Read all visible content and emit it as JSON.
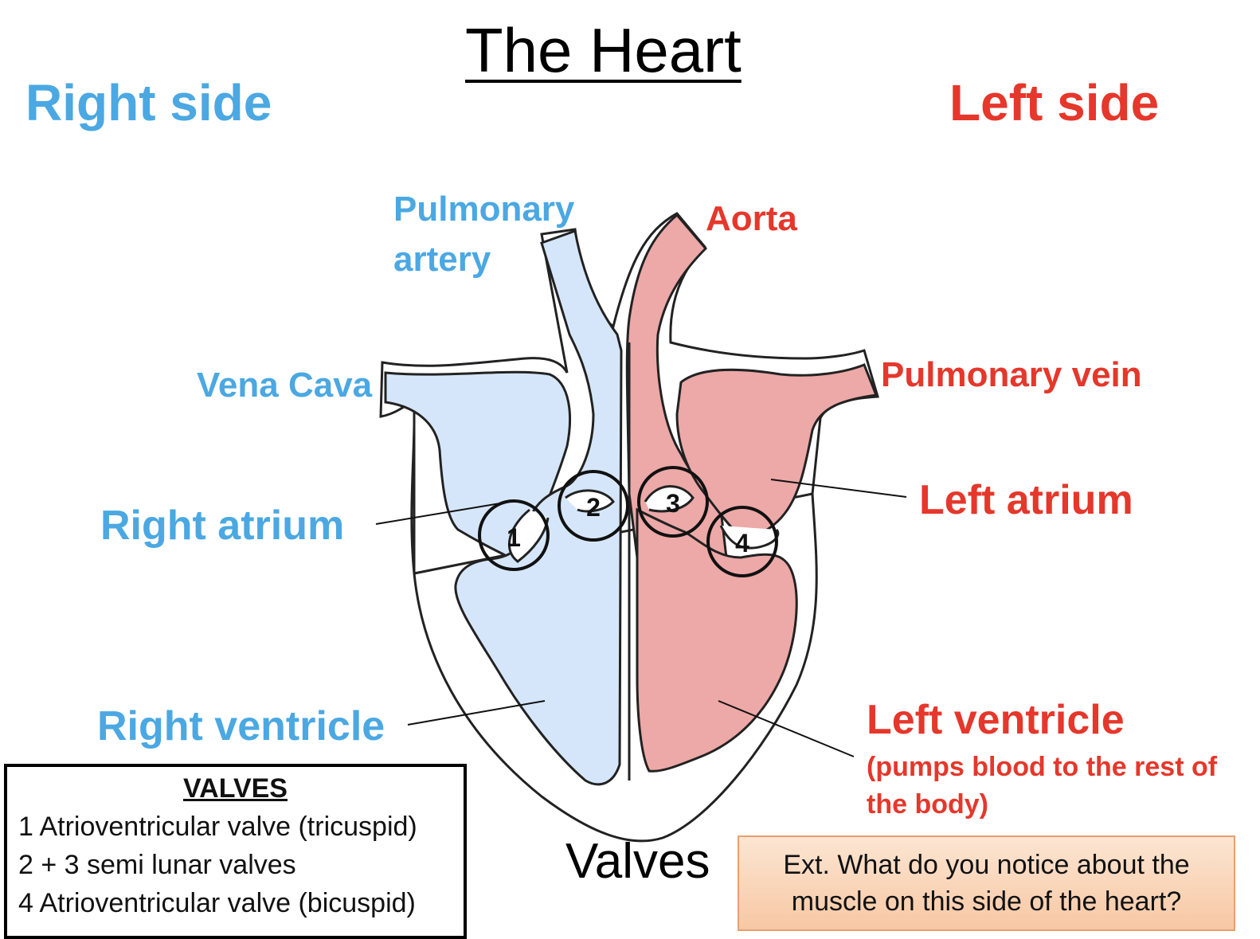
{
  "title": "The Heart",
  "sides": {
    "right": "Right side",
    "left": "Left side"
  },
  "labels": {
    "pulmonary_artery_line1": "Pulmonary",
    "pulmonary_artery_line2": "artery",
    "aorta": "Aorta",
    "vena_cava": "Vena Cava",
    "pulmonary_vein": "Pulmonary vein",
    "right_atrium": "Right atrium",
    "left_atrium": "Left atrium",
    "right_ventricle": "Right ventricle",
    "left_ventricle": "Left ventricle",
    "left_ventricle_note_line1": "(pumps blood to the rest of",
    "left_ventricle_note_line2": "the body)",
    "valves_word": "Valves"
  },
  "valve_numbers": [
    "1",
    "2",
    "3",
    "4"
  ],
  "valves_box": {
    "heading": "VALVES",
    "lines": [
      "1 Atrioventricular valve (tricuspid)",
      "2 + 3 semi lunar valves",
      "4 Atrioventricular valve (bicuspid)"
    ]
  },
  "extension": {
    "line1": "Ext. What do you notice about the",
    "line2": "muscle on this side of the heart?"
  },
  "colors": {
    "deoxygenated_blue": "#4BA8E2",
    "oxygenated_red": "#E5372B",
    "right_chamber_fill": "#D6E6FA",
    "left_chamber_fill": "#EDA8A8",
    "ext_box_fill": "#F9D3B4"
  }
}
